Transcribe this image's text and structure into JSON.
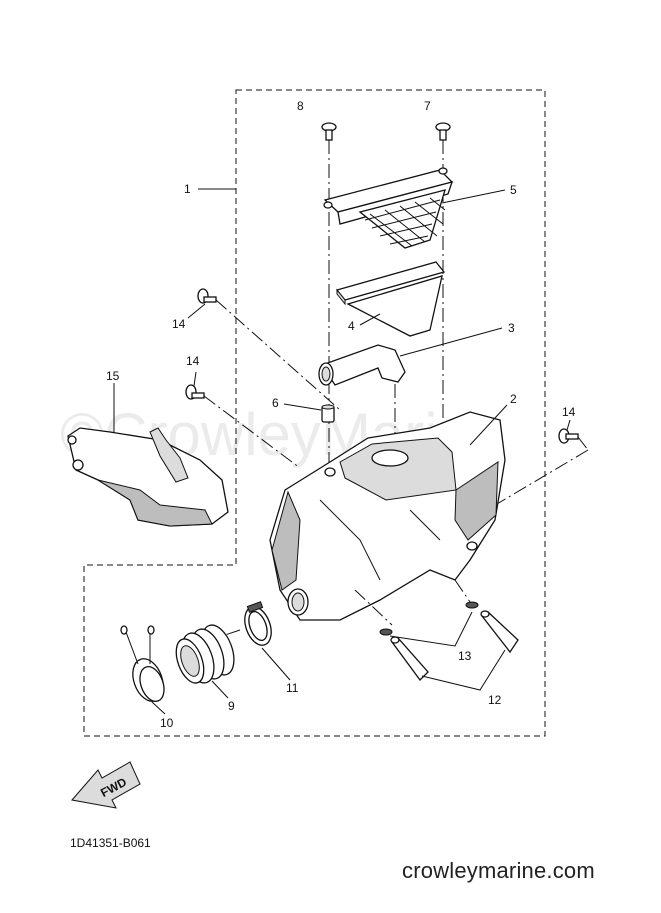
{
  "diagram": {
    "part_labels": {
      "p1": "1",
      "p2": "2",
      "p3": "3",
      "p4": "4",
      "p5": "5",
      "p6": "6",
      "p7": "7",
      "p8": "8",
      "p9": "9",
      "p10": "10",
      "p11": "11",
      "p12": "12",
      "p13": "13",
      "p14a": "14",
      "p14b": "14",
      "p14c": "14",
      "p15": "15"
    },
    "direction_label": "FWD",
    "drawing_code": "1D41351-B061",
    "watermark": "©CrowleyMarine",
    "site": "crowleymarine.com"
  }
}
